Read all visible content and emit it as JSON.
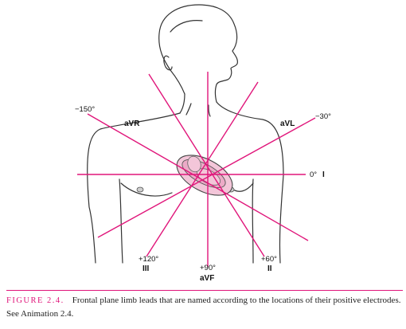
{
  "labels": {
    "minus150": "−150°",
    "aVR": "aVR",
    "aVL": "aVL",
    "minus30": "−30°",
    "zero": "0°",
    "leadI": "I",
    "plus120": "+120°",
    "leadIII": "III",
    "plus90": "+90°",
    "aVF": "aVF",
    "plus60": "+60°",
    "leadII": "II"
  },
  "caption": {
    "figure_label": "FIGURE 2.4.",
    "text": "Frontal plane limb leads that are named according to the locations of their positive electrodes. See Animation 2.4."
  },
  "colors": {
    "lead_lines": "#e0157a",
    "heart_fill": "#f3c6d9",
    "outline": "#333333"
  }
}
